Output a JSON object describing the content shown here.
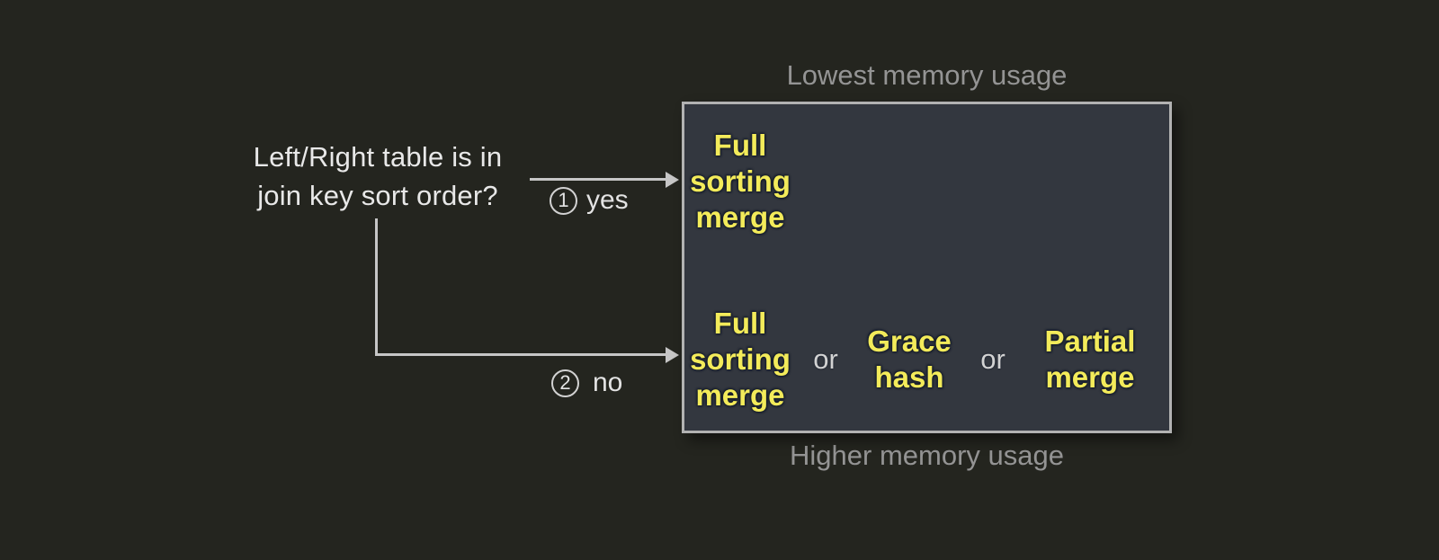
{
  "question": {
    "line1": "Left/Right table is in",
    "line2": "join key sort order?"
  },
  "branches": {
    "yes": {
      "number": "1",
      "label": "yes"
    },
    "no": {
      "number": "2",
      "label": "no"
    }
  },
  "memory_scale": {
    "top": "Lowest memory usage",
    "bottom": "Higher memory usage"
  },
  "algorithm_box": {
    "sorted_row": {
      "algo1": "Full sorting merge"
    },
    "unsorted_row": {
      "algo1": "Full sorting merge",
      "or1": "or",
      "algo2": "Grace hash",
      "or2": "or",
      "algo3": "Partial merge"
    }
  },
  "colors": {
    "background": "#24251f",
    "box_fill": "#33373f",
    "box_border": "#b2b2b2",
    "accent_yellow": "#f3eb5a",
    "muted_gray": "#949494",
    "text_white": "#e8e8e8",
    "line_gray": "#c6c6c6"
  }
}
